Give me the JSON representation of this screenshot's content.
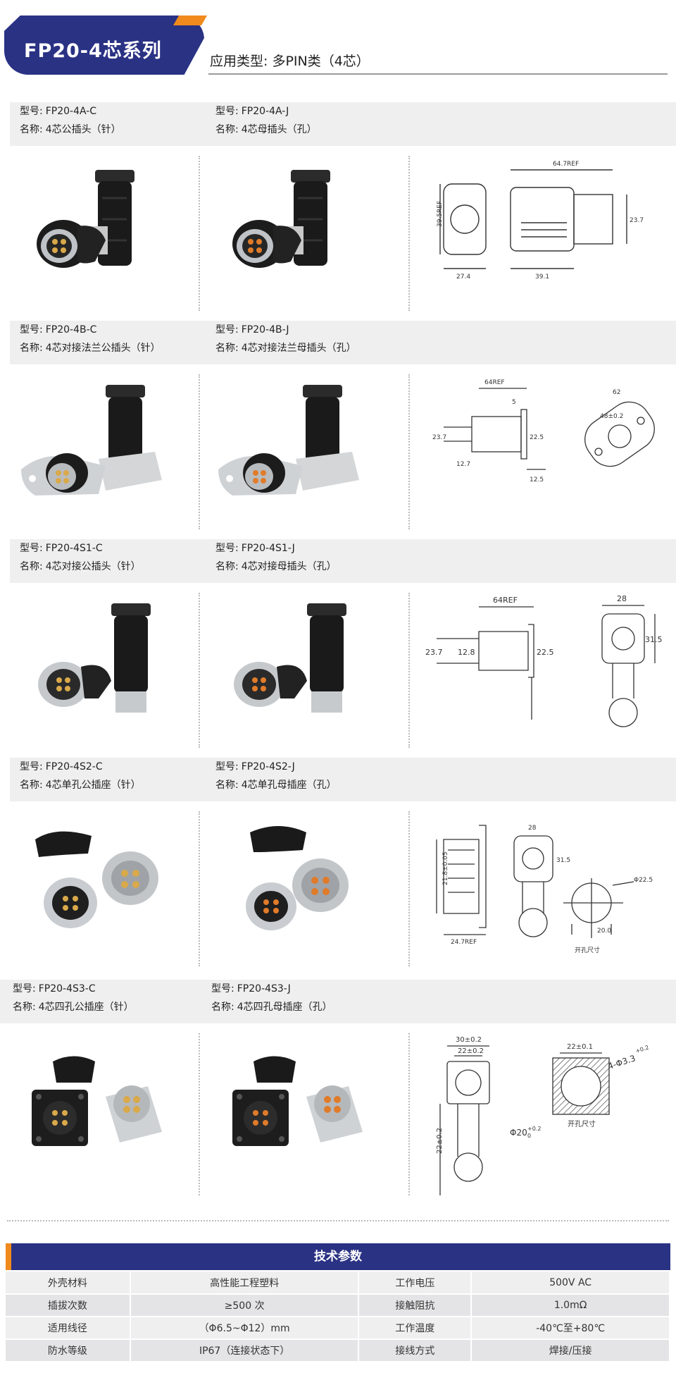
{
  "header": {
    "series_title": "FP20-4芯系列",
    "application_type": "应用类型: 多PIN类（4芯）"
  },
  "labels": {
    "model": "型号:",
    "name": "名称:"
  },
  "sections": [
    {
      "left": {
        "model": "FP20-4A-C",
        "name": "4芯公插头（针）"
      },
      "right": {
        "model": "FP20-4A-J",
        "name": "4芯母插头（孔）"
      },
      "dims": [
        "64.7REF",
        "39.5REF",
        "23.7",
        "27.4",
        "39.1"
      ]
    },
    {
      "left": {
        "model": "FP20-4B-C",
        "name": "4芯对接法兰公插头（针）"
      },
      "right": {
        "model": "FP20-4B-J",
        "name": "4芯对接法兰母插头（孔）"
      },
      "dims": [
        "64REF",
        "5",
        "23.7",
        "22.5",
        "12.7",
        "12.5",
        "62",
        "48±0.2"
      ]
    },
    {
      "left": {
        "model": "FP20-4S1-C",
        "name": "4芯对接公插头（针）"
      },
      "right": {
        "model": "FP20-4S1-J",
        "name": "4芯对接母插头（孔）"
      },
      "dims": [
        "64REF",
        "23.7",
        "12.8",
        "22.5",
        "28",
        "31.5"
      ]
    },
    {
      "left": {
        "model": "FP20-4S2-C",
        "name": "4芯单孔公插座（针）"
      },
      "right": {
        "model": "FP20-4S2-J",
        "name": "4芯单孔母插座（孔）"
      },
      "dims": [
        "21.8±0.05",
        "24.7REF",
        "28",
        "31.5",
        "Φ22.5",
        "20.0"
      ],
      "cutout_label": "开孔尺寸"
    },
    {
      "left": {
        "model": "FP20-4S3-C",
        "name": "4芯四孔公插座（针）"
      },
      "right": {
        "model": "FP20-4S3-J",
        "name": "4芯四孔母插座（孔）"
      },
      "dims": [
        "30±0.2",
        "22±0.2",
        "22±0.1",
        "4-Φ3.3",
        "+0.2",
        "Φ20",
        "+0.2",
        "0",
        "22±0.2"
      ],
      "cutout_label": "开孔尺寸"
    }
  ],
  "spec": {
    "title": "技术参数",
    "rows": [
      [
        "外壳材料",
        "高性能工程塑料",
        "工作电压",
        "500V AC"
      ],
      [
        "插拔次数",
        "≥500 次",
        "接触阻抗",
        "1.0mΩ"
      ],
      [
        "适用线径",
        "（Φ6.5~Φ12）mm",
        "工作温度",
        "-40℃至+80℃"
      ],
      [
        "防水等级",
        "IP67（连接状态下）",
        "接线方式",
        "焊接/压接"
      ]
    ]
  },
  "colors": {
    "brand": "#2a3284",
    "accent": "#f08a1c",
    "band": "#efeff0"
  }
}
